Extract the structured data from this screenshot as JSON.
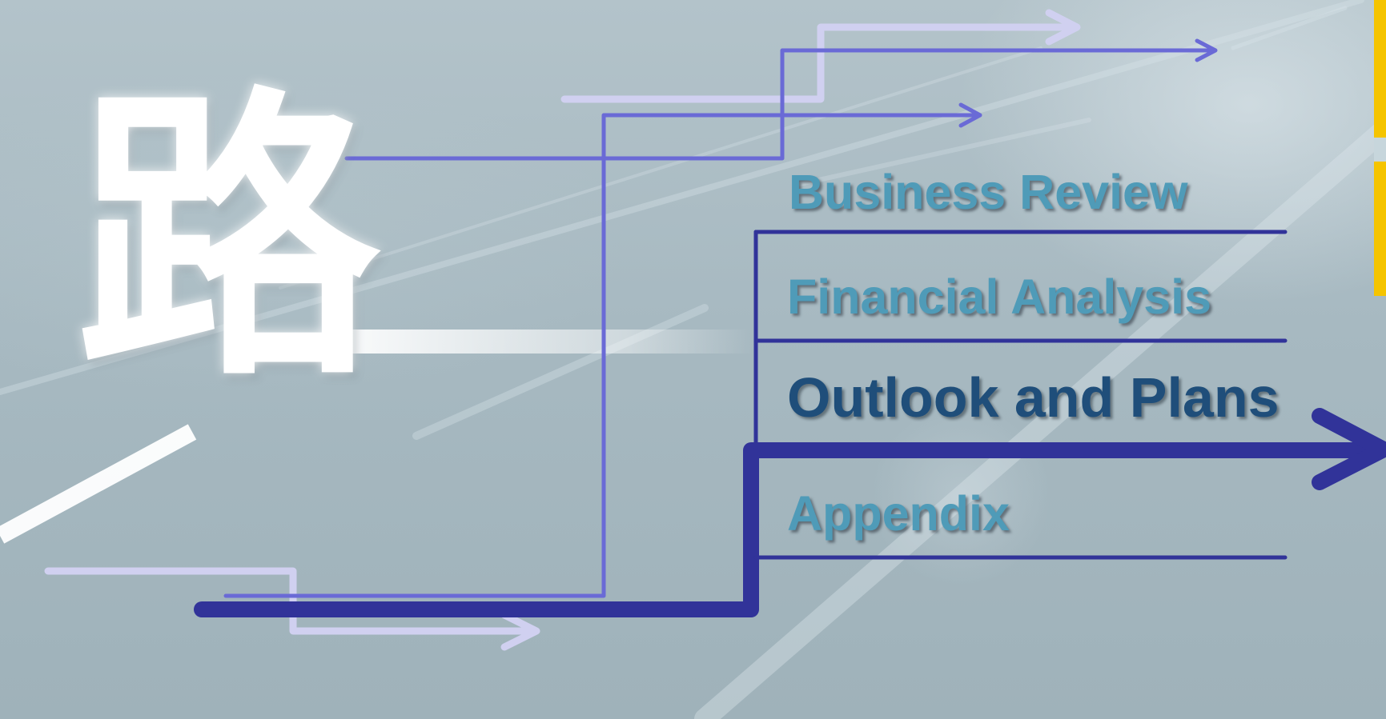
{
  "slide": {
    "glyph": "路",
    "agenda": {
      "items": [
        {
          "label": "Business Review",
          "state": "inactive"
        },
        {
          "label": "Financial Analysis",
          "state": "inactive"
        },
        {
          "label": "Outlook and Plans",
          "state": "active"
        },
        {
          "label": "Appendix",
          "state": "inactive"
        }
      ]
    }
  },
  "colors": {
    "background": "#a9bbc3",
    "inactive_text": "#4f9bb8",
    "active_text": "#1f4e7a",
    "main_line": "#313399",
    "mid_arrow": "#6a6ad6",
    "light_arrow": "#d0d0f0",
    "accent_bar": "#f5c400"
  }
}
